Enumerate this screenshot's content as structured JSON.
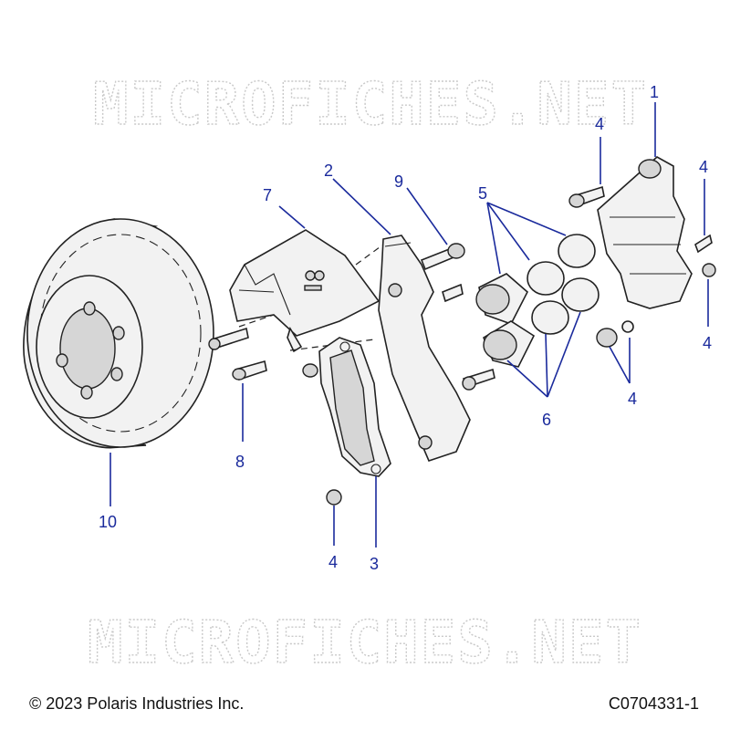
{
  "watermark": "MICROFICHES.NET",
  "footer": {
    "copyright": "© 2023 Polaris Industries Inc.",
    "figure_code": "C0704331-1"
  },
  "callouts": {
    "c1": "1",
    "c2": "2",
    "c3": "3",
    "c4a": "4",
    "c4b": "4",
    "c4c": "4",
    "c4d": "4",
    "c4e": "4",
    "c5": "5",
    "c6": "6",
    "c7": "7",
    "c8": "8",
    "c9": "9",
    "c10": "10"
  },
  "colors": {
    "callout": "#1a2a9c",
    "line": "#222222",
    "watermark": "#c9c9c9"
  }
}
